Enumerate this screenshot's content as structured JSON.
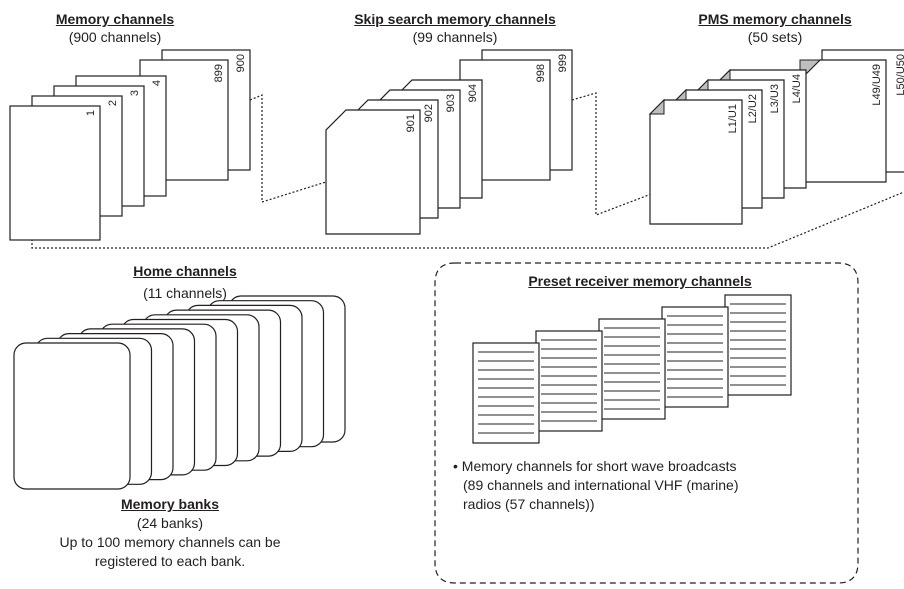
{
  "groups": {
    "memory_channels": {
      "title": "Memory channels",
      "subtitle": "(900 channels)",
      "sheets": [
        "1",
        "2",
        "3",
        "4",
        "899",
        "900"
      ]
    },
    "skip_search": {
      "title": "Skip search memory channels",
      "subtitle": "(99 channels)",
      "sheets": [
        "901",
        "902",
        "903",
        "904",
        "998",
        "999"
      ]
    },
    "pms": {
      "title": "PMS memory channels",
      "subtitle": "(50 sets)",
      "sheets": [
        "L1/U1",
        "L2/U2",
        "L3/U3",
        "L4/U4",
        "L49/U49",
        "L50/U50"
      ]
    },
    "home_channels": {
      "title": "Home channels",
      "subtitle": "(11 channels)"
    },
    "memory_banks": {
      "title": "Memory banks",
      "subtitle": "(24 banks)",
      "note_line1": "Up to 100 memory channels can be",
      "note_line2": "registered to each bank."
    },
    "preset_receiver": {
      "title": "Preset receiver memory channels",
      "bullet_line1": "• Memory channels for short wave broadcasts",
      "bullet_line2": "(89 channels and international VHF (marine)",
      "bullet_line3": "radios (57 channels))"
    }
  },
  "colors": {
    "ink": "#231f20",
    "fold": "#bcbec0",
    "paper": "#ffffff"
  }
}
